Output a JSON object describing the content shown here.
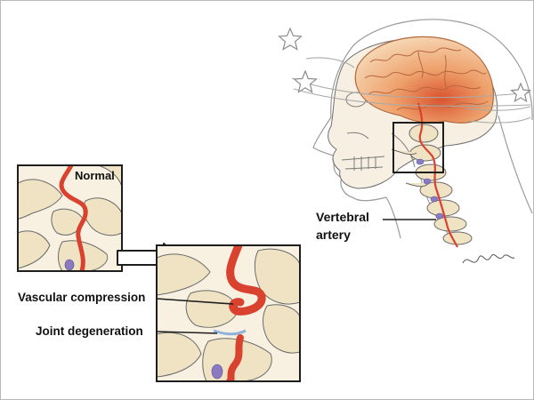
{
  "labels": {
    "normal": "Normal",
    "vascular_compression": "Vascular compression",
    "joint_degeneration": "Joint degeneration",
    "vertebral_artery_line1": "Vertebral",
    "vertebral_artery_line2": "artery"
  },
  "colors": {
    "artery": "#d8422e",
    "bone": "#efe3c4",
    "brain": "#e7935c",
    "border": "#b9b9b9",
    "outline": "#222222"
  }
}
